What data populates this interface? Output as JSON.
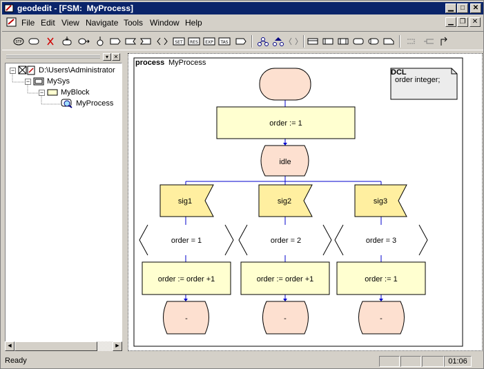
{
  "window": {
    "title": "geodedit - [FSM:  MyProcess]",
    "titlebar_color": "#0a246a"
  },
  "menu": [
    "File",
    "Edit",
    "View",
    "Navigate",
    "Tools",
    "Window",
    "Help"
  ],
  "toolbar": {
    "icons": [
      "stop-icon",
      "state-icon",
      "delete-cross-icon",
      "input-icon",
      "output-icon",
      "start-icon",
      "send-signal-icon",
      "receive-signal-icon",
      "save-icon",
      "decision-icon",
      "set-icon",
      "reset-icon",
      "export-icon",
      "task-icon",
      "label-icon",
      "create-icon",
      "split-icon",
      "merge-icon",
      "block-icon",
      "process-icon",
      "procedure-icon",
      "macro-icon",
      "text-icon",
      "connector-left-icon",
      "connector-right-icon",
      "return-icon"
    ],
    "labels": {
      "set": "SET",
      "res": "RES",
      "exp": "EXP",
      "tas": "TAS",
      "stp": "STP"
    }
  },
  "tree": {
    "nodes": [
      {
        "label": "D:\\Users\\Administrator",
        "icon": "project-icon",
        "expander": "−"
      },
      {
        "label": "MySys",
        "icon": "system-icon",
        "expander": "−"
      },
      {
        "label": "MyBlock",
        "icon": "block-icon",
        "expander": "−"
      },
      {
        "label": "MyProcess",
        "icon": "process-icon",
        "expander": ""
      }
    ]
  },
  "diagram": {
    "header_keyword": "process",
    "header_name": "MyProcess",
    "dcl_title": "DCL",
    "dcl_text": "order integer;",
    "task_init": "order := 1",
    "state_idle": "idle",
    "branches": [
      {
        "signal": "sig1",
        "decision": "order = 1",
        "task": "order := order +1",
        "next": "-"
      },
      {
        "signal": "sig2",
        "decision": "order = 2",
        "task": "order := order +1",
        "next": "-"
      },
      {
        "signal": "sig3",
        "decision": "order = 3",
        "task": "order := 1",
        "next": "-"
      }
    ],
    "colors": {
      "state_fill": "#fde0d0",
      "task_fill": "#ffffd0",
      "signal_fill": "#ffefa0",
      "flow_line": "#0000cc",
      "dcl_fill": "#ececec"
    }
  },
  "status": {
    "text": "Ready",
    "time": "01:06"
  }
}
